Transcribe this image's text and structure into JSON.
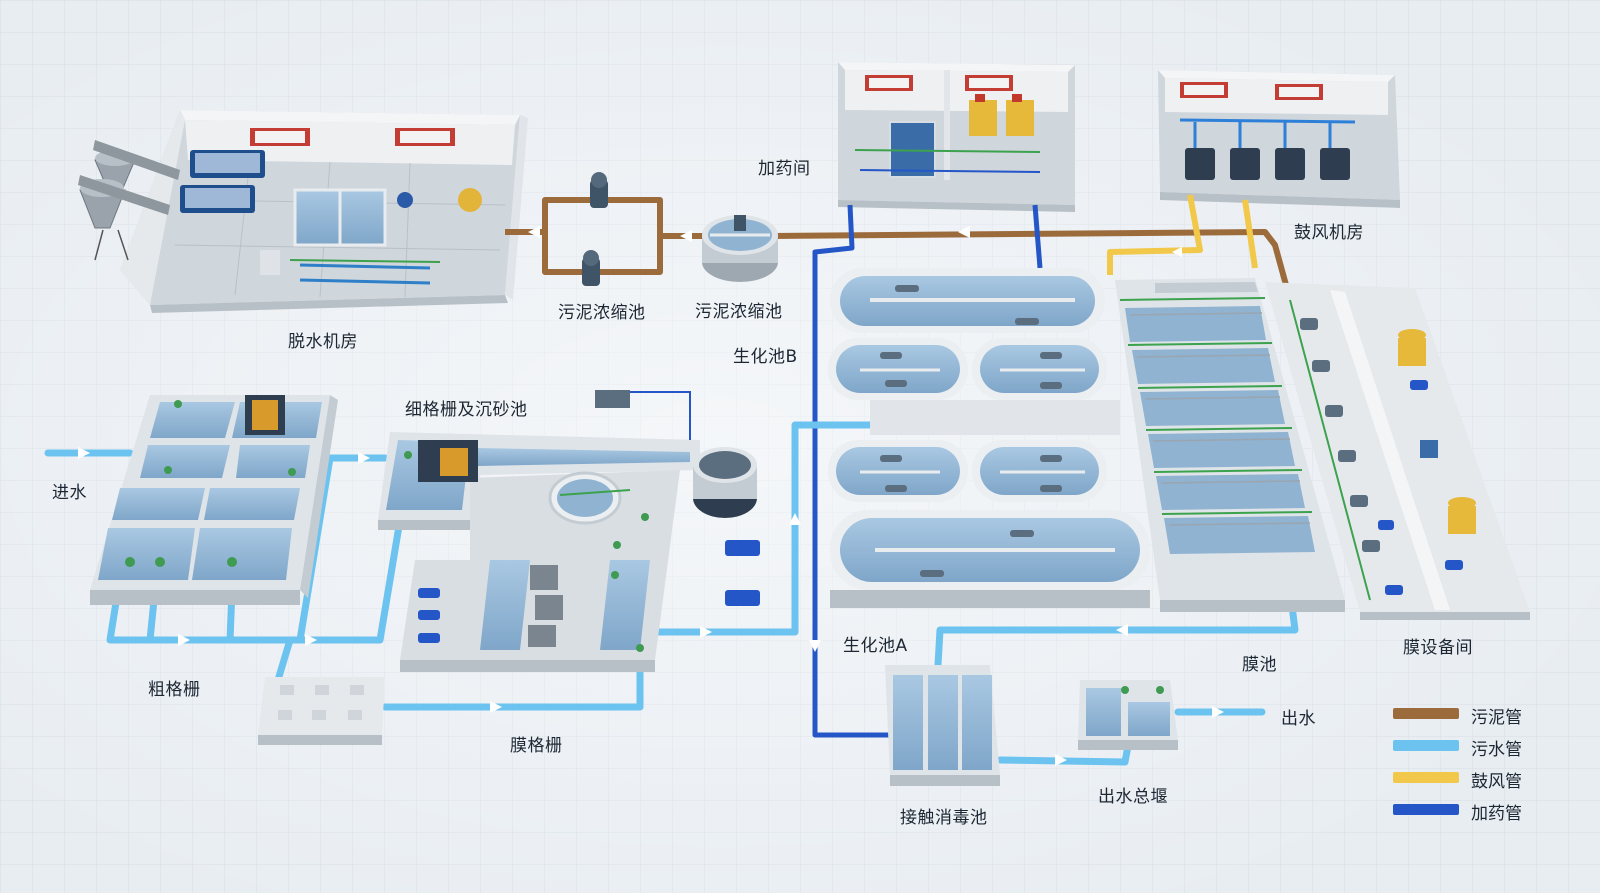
{
  "labels": {
    "dewatering_room": "脱水机房",
    "sludge_thickener_1": "污泥浓缩池",
    "sludge_thickener_2": "污泥浓缩池",
    "dosing_room": "加药间",
    "blower_room": "鼓风机房",
    "bio_tank_b": "生化池B",
    "fine_screen_grit": "细格栅及沉砂池",
    "inflow": "进水",
    "coarse_screen": "粗格栅",
    "membrane_screen": "膜格栅",
    "bio_tank_a": "生化池A",
    "membrane_tank": "膜池",
    "membrane_equipment_room": "膜设备间",
    "contact_disinfection": "接触消毒池",
    "effluent_weir": "出水总堰",
    "outflow": "出水"
  },
  "legend": [
    {
      "label": "污泥管",
      "color": "#9c6b3c"
    },
    {
      "label": "污水管",
      "color": "#6cc3ef"
    },
    {
      "label": "鼓风管",
      "color": "#f1c84a"
    },
    {
      "label": "加药管",
      "color": "#2456c8"
    }
  ],
  "colors": {
    "sludge_pipe": "#9c6b3c",
    "sewage_pipe": "#6cc3ef",
    "blower_pipe": "#f1c84a",
    "dosing_pipe": "#2456c8",
    "wall": "#f4f5f7",
    "water": "#8fb3d1",
    "floor": "#cdd3d8"
  }
}
